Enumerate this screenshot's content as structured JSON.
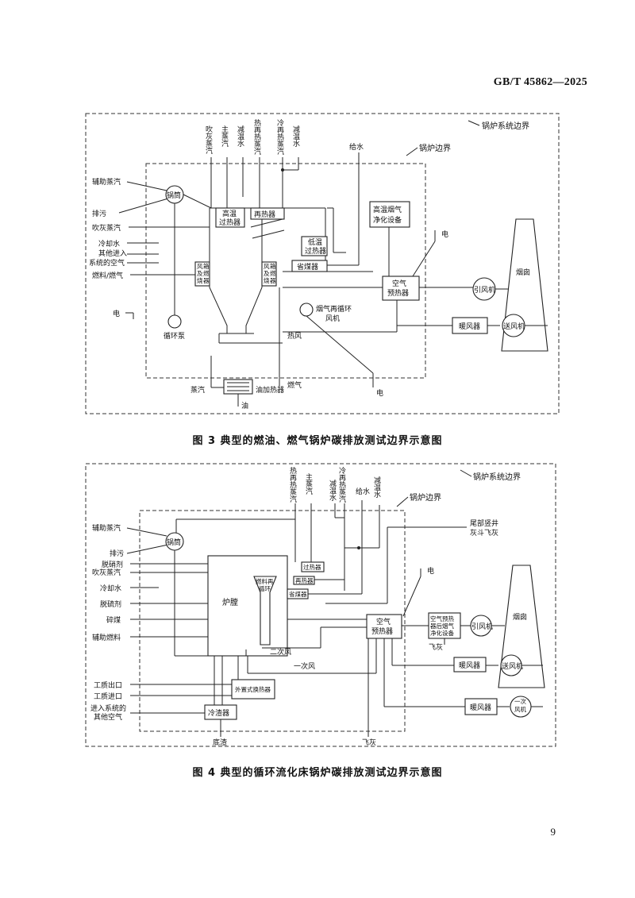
{
  "header": {
    "standard_code": "GB/T 45862—2025"
  },
  "figure3": {
    "caption": "图 3   典型的燃油、燃气锅炉碳排放测试边界示意图",
    "boundary_system": "锅炉系统边界",
    "boundary_boiler": "锅炉边界",
    "top_labels": [
      "吹灰蒸汽",
      "主蒸汽",
      "减温水",
      "热再热蒸汽",
      "冷再热蒸汽",
      "减温水"
    ],
    "feedwater": "给水",
    "left_labels": [
      "辅助蒸汽",
      "排污",
      "吹灰蒸汽",
      "冷却水",
      "其他进入",
      "系统的空气",
      "燃料/燃气",
      "电"
    ],
    "drum": "锅筒",
    "circ_pump": "循环泵",
    "hts_line1": "高温",
    "hts_line2": "过热器",
    "reheater": "再热器",
    "lts_line1": "低温",
    "lts_line2": "过热器",
    "economizer": "省煤器",
    "windbox_l": [
      "风",
      "箱",
      "及",
      "燃",
      "烧",
      "器"
    ],
    "windbox_r": [
      "风",
      "箱",
      "及",
      "燃",
      "烧",
      "器"
    ],
    "hot_gas_clean_1": "高温烟气",
    "hot_gas_clean_2": "净化设备",
    "aph_1": "空气",
    "aph_2": "预热器",
    "elec_top": "电",
    "fgr_1": "烟气再循环",
    "fgr_2": "风机",
    "hot_air": "热风",
    "elec_bottom": "电",
    "id_fan": "引风机",
    "chimney": "烟囱",
    "heater": "暖风器",
    "fd_fan": "送风机",
    "steam": "蒸汽",
    "oil_heater": "油加热器",
    "gas": "燃气",
    "oil": "油"
  },
  "figure4": {
    "caption": "图 4   典型的循环流化床锅炉碳排放测试边界示意图",
    "boundary_system": "锅炉系统边界",
    "boundary_boiler": "锅炉边界",
    "top_labels": [
      "热再热蒸汽",
      "主蒸汽",
      "冷再热蒸汽",
      "减温水",
      "给水",
      "减温水"
    ],
    "left_labels": [
      "辅助蒸汽",
      "排污",
      "脱硝剂",
      "吹灰蒸汽",
      "冷却水",
      "脱硫剂",
      "碎煤",
      "辅助燃料",
      "工质出口",
      "工质进口",
      "进入系统的",
      "其他空气"
    ],
    "drum": "锅筒",
    "furnace": "炉膛",
    "return_1": "燃料再",
    "return_2": "循环",
    "superheater": "过热器",
    "reheater": "再热器",
    "economizer": "省煤器",
    "tail_1": "尾部竖井",
    "tail_2": "灰斗飞灰",
    "elec": "电",
    "aph_1": "空气",
    "aph_2": "预热器",
    "post_clean_1": "空气预热",
    "post_clean_2": "器后烟气",
    "post_clean_3": "净化设备",
    "id_fan": "引风机",
    "chimney": "烟囱",
    "fly_ash_1": "飞灰",
    "secondary_air": "二次风",
    "primary_air": "一次风",
    "heater1": "暖风器",
    "fd_fan": "送风机",
    "heater2": "暖风器",
    "pa_fan_1": "一次",
    "pa_fan_2": "风机",
    "ext_hx": "外置式换热器",
    "slag_cooler": "冷渣器",
    "bottom_ash": "底渣",
    "fly_ash_2": "飞灰"
  },
  "page_number": "9"
}
